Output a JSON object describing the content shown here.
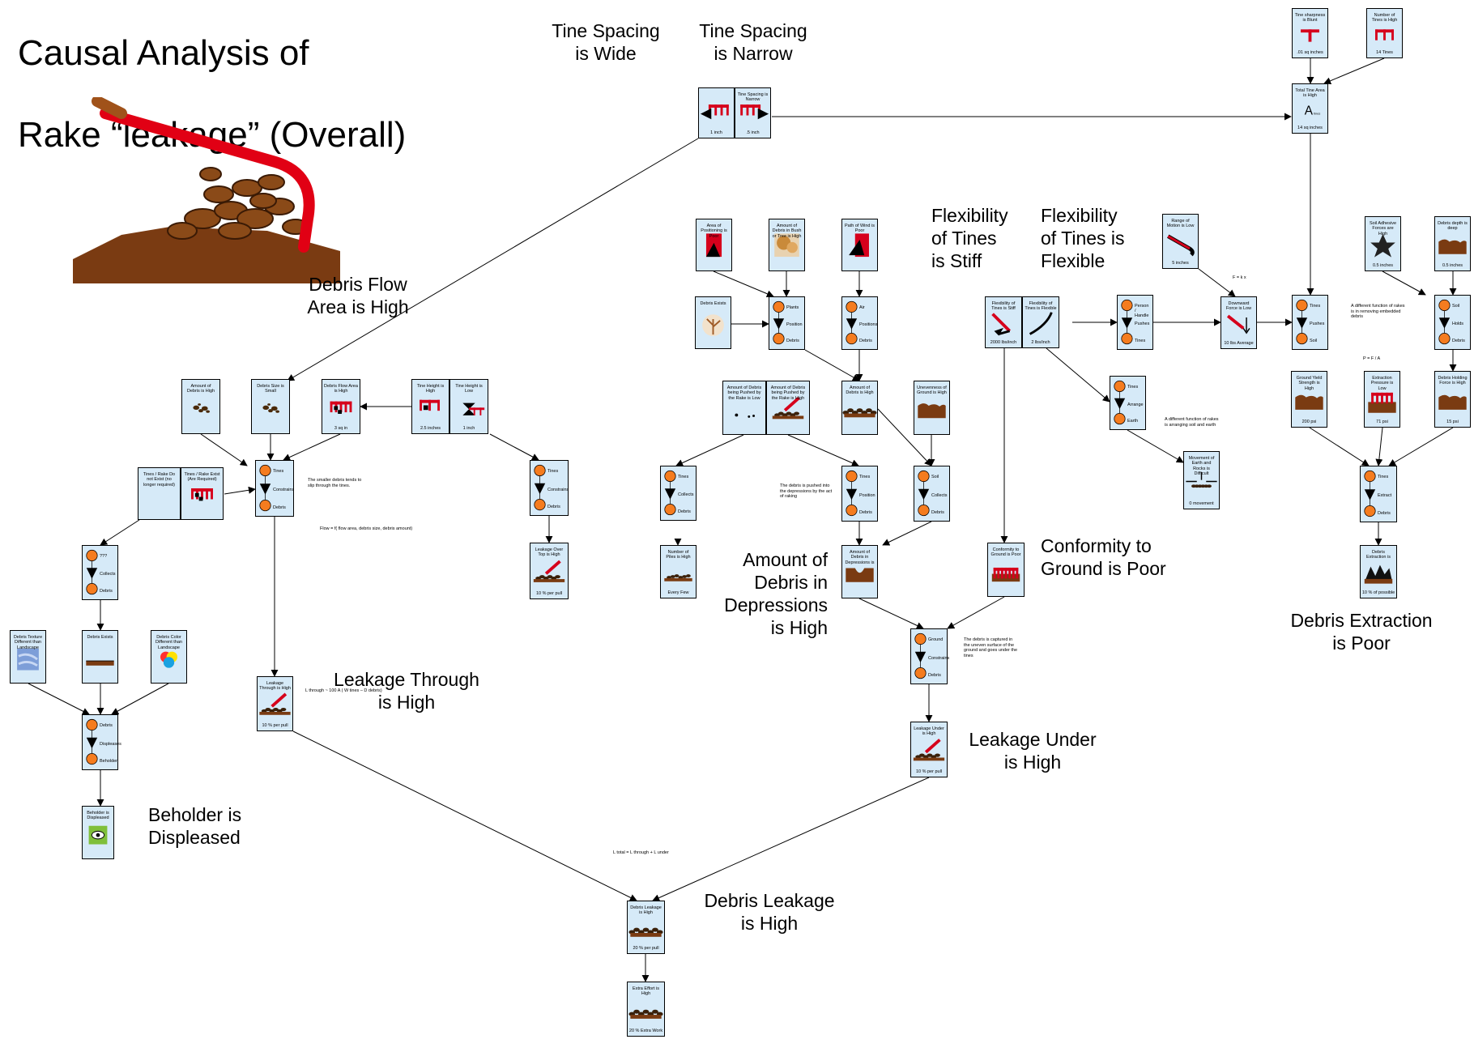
{
  "title_lines": [
    "Causal Analysis of",
    "Rake “leakage”  (Overall)"
  ],
  "captions": {
    "tine_wide": "Tine Spacing\nis Wide",
    "tine_narrow": "Tine Spacing\nis Narrow",
    "flow_area": "Debris Flow\nArea is High",
    "flex_stiff": "Flexibility\nof Tines\nis Stiff",
    "flex_flexible": "Flexibility\nof Tines is\nFlexible",
    "conformity": "Conformity to\nGround is Poor",
    "depressions": "Amount of\nDebris in\nDepressions\nis High",
    "extraction": "Debris Extraction\nis Poor",
    "leak_through": "Leakage Through\nis High",
    "leak_under": "Leakage Under\nis High",
    "beholder": "Beholder is\nDisplеased",
    "debris_leak": "Debris Leakage\nis High"
  },
  "notes": {
    "smaller_debris": "The smaller debris tends to\nslip through the tines.",
    "flow_formula": "Flow = f( flow area, debris size, debris amount)",
    "pushed": "The debris is pushed into\nthe depressions by the act\nof raking",
    "captured": "The debris is captured in\nthe uneven surface of the\nground and goes under the\ntines",
    "arrange": "A different function of rakes\nis arranging soil and earth",
    "removing": "A different function of rakes\nis in removing embedded\ndebris",
    "fkx": "F = k x",
    "pfa": "P = F / A",
    "l_through": "L through ~ 100 A ( W tines – D debris)",
    "l_total": "L total = L through + L under"
  },
  "boxes": {
    "tine_sharp": {
      "title": "Tine sharpness\nis Blunt",
      "value": ".01 sq inches"
    },
    "tine_number": {
      "title": "Number of\nTines is High",
      "value": "14 Tines"
    },
    "total_tine_area": {
      "title": "Total Tine Area\nis High",
      "value": "14 sq inches"
    },
    "spacing_wide": {
      "title": "",
      "value": "1 inch"
    },
    "spacing_narrow": {
      "title": "Tine Spacing is\nNarrow",
      "value": ".5 inch"
    },
    "area_position": {
      "title": "Area of\nPositioning is\nPoor",
      "value": ""
    },
    "amount_bush": {
      "title": "Amount of\nDebris in Bush\nor Tree is High",
      "value": ""
    },
    "path_wind": {
      "title": "Path of Wind is\nPoor",
      "value": ""
    },
    "debris_exists_top": {
      "title": "Debris Exists",
      "value": ""
    },
    "range_motion": {
      "title": "Range of\nMotion is Low",
      "value": "5 inches"
    },
    "soil_adhesive": {
      "title": "Soil Adhesive\nForces are High",
      "value": "0.5 inches"
    },
    "debris_depth": {
      "title": "Debris depth is\ndeep",
      "value": "0.5 inches"
    },
    "flex_stiff_box": {
      "title": "Flexibility of\nTines is Stiff",
      "value": "2000 lbs/inch"
    },
    "flex_flexible_box": {
      "title": "Flexibility of\nTines is\nFlexible",
      "value": "2 lbs/inch"
    },
    "downward_force": {
      "title": "Downward\nForce is Low",
      "value": "10 lbs Average"
    },
    "amount_debris_left": {
      "title": "Amount of\nDebris is High",
      "value": ""
    },
    "debris_size": {
      "title": "Debris Size is\nSmall",
      "value": ""
    },
    "flow_area_box": {
      "title": "Debris Flow\nArea is High",
      "value": "3 sq in"
    },
    "tine_height_high": {
      "title": "Tine Height is\nHigh",
      "value": "2.5 inches"
    },
    "tine_height_low": {
      "title": "Tine Height is\nLow",
      "value": "1 inch"
    },
    "pushed_low": {
      "title": "Amount of\nDebris being\nPushed by the\nRake is Low",
      "value": ""
    },
    "pushed_high": {
      "title": "Amount of\nDebris being\nPushed by the\nRake is High",
      "value": ""
    },
    "amount_debris_mid": {
      "title": "Amount of\nDebris is High",
      "value": ""
    },
    "unevenness": {
      "title": "Unevenness of\nGround is High",
      "value": ""
    },
    "ground_yield": {
      "title": "Ground Yield\nStrength is High",
      "value": "200 psi"
    },
    "extraction_pressure": {
      "title": "Extraction\nPressure is Low",
      "value": "71 psi"
    },
    "holding_force": {
      "title": "Debris Holding\nForce is High",
      "value": "15 psi"
    },
    "tines_do_not": {
      "title": "Tines / Rake Do\nnot Exist (no\nlonger required)",
      "value": ""
    },
    "tines_exist": {
      "title": "Tines / Rake\nExist (Are\nRequired)",
      "value": ""
    },
    "leakage_over": {
      "title": "Leakage Over\nTop is High",
      "value": "10 % per pull"
    },
    "number_piles": {
      "title": "Number of Piles\nis High",
      "value": "Every Few"
    },
    "depressions_box": {
      "title": "Amount of\nDebris in\nDepressions is",
      "value": ""
    },
    "conformity_box": {
      "title": "Conformity to\nGround is Poor",
      "value": ""
    },
    "movement": {
      "title": "Movement of\nEarth and\nRocks is\nDifficult",
      "value": "0 movement"
    },
    "debris_extraction": {
      "title": "Debris\nExtraction is",
      "value": "10 % of possible"
    },
    "texture": {
      "title": "Debris Texture\nDifferent than\nLandscape",
      "value": ""
    },
    "debris_exists_left": {
      "title": "Debris Exists",
      "value": ""
    },
    "color": {
      "title": "Debris Color\nDifferent than\nLandscape",
      "value": ""
    },
    "leakage_through_box": {
      "title": "Leakage\nThrough is High",
      "value": "10 % per pull"
    },
    "leakage_under_box": {
      "title": "Leakage Under\nis High",
      "value": "10 % per pull"
    },
    "beholder_box": {
      "title": "Beholder is\nDisplеased",
      "value": ""
    },
    "debris_leakage_box": {
      "title": "Debris Leakage\nis High",
      "value": "20 % per pull"
    },
    "extra_effort": {
      "title": "Extra Effort is\nHigh",
      "value": "20 % Extra Work"
    }
  },
  "actions": {
    "tines_pushes_soil": [
      "Tines",
      "Pushes",
      "Soil"
    ],
    "soil_holds_debris": [
      "Soil",
      "Holds",
      "Debris"
    ],
    "person_pushes_tines": [
      "Person\n/ Handle",
      "Pushes",
      "Tines"
    ],
    "plants_position_debris": [
      "Plants",
      "Position",
      "Debris"
    ],
    "air_positions_debris": [
      "Air",
      "Positions",
      "Debris"
    ],
    "tines_arrange_earth": [
      "Tines",
      "Arrange",
      "Earth"
    ],
    "tines_constrains_debris_main": [
      "Tines",
      "Constrains",
      "Debris"
    ],
    "tines_constrains_debris_over": [
      "Tines",
      "Constrains",
      "Debris"
    ],
    "tines_collects_debris": [
      "Tines",
      "Collects",
      "Debris"
    ],
    "tines_position_debris": [
      "Tines",
      "Position",
      "Debris"
    ],
    "soil_collects_debris": [
      "Soil",
      "Collects",
      "Debris"
    ],
    "tines_extract_debris": [
      "Tines",
      "Extract",
      "Debris"
    ],
    "unknown_collects_debris": [
      "???",
      "Collects",
      "Debris"
    ],
    "ground_constrains_debris": [
      "Ground",
      "Constrains",
      "Debris"
    ],
    "debris_displeases_beholder": [
      "Debris",
      "Displeases",
      "Beholder"
    ]
  },
  "glyph_letter": "A",
  "glyph_sub": "tines",
  "colors": {
    "box": "#d6eaf8",
    "orange": "#f57c1f",
    "red": "#d6001c",
    "soil": "#7a3b12"
  }
}
